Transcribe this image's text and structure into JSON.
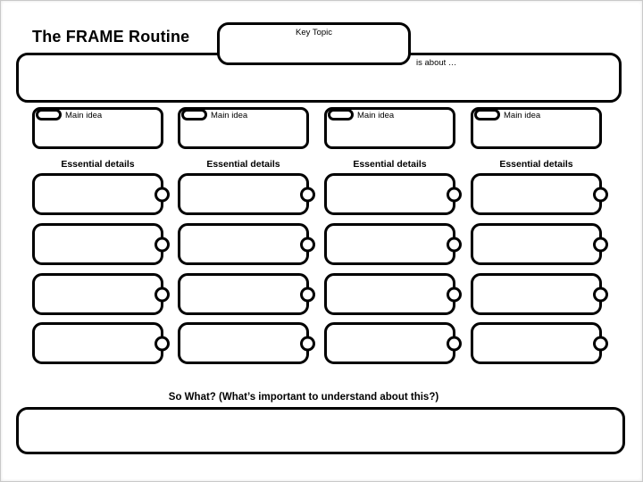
{
  "header": {
    "title": "The FRAME Routine",
    "key_topic": {
      "label": "Key Topic",
      "value": ""
    },
    "is_about": {
      "label": "is about …",
      "value": ""
    }
  },
  "columns": [
    {
      "main_idea": {
        "label": "Main idea",
        "value": ""
      },
      "essential_details": {
        "label": "Essential details",
        "items": [
          "",
          "",
          "",
          ""
        ]
      }
    },
    {
      "main_idea": {
        "label": "Main idea",
        "value": ""
      },
      "essential_details": {
        "label": "Essential details",
        "items": [
          "",
          "",
          "",
          ""
        ]
      }
    },
    {
      "main_idea": {
        "label": "Main idea",
        "value": ""
      },
      "essential_details": {
        "label": "Essential details",
        "items": [
          "",
          "",
          "",
          ""
        ]
      }
    },
    {
      "main_idea": {
        "label": "Main idea",
        "value": ""
      },
      "essential_details": {
        "label": "Essential details",
        "items": [
          "",
          "",
          "",
          ""
        ]
      }
    }
  ],
  "footer": {
    "so_what": {
      "label": "So What? (What’s important to understand about this?)",
      "value": ""
    }
  },
  "colors": {
    "line": "#000000",
    "fill": "#ffffff",
    "background": "#ffffff"
  }
}
